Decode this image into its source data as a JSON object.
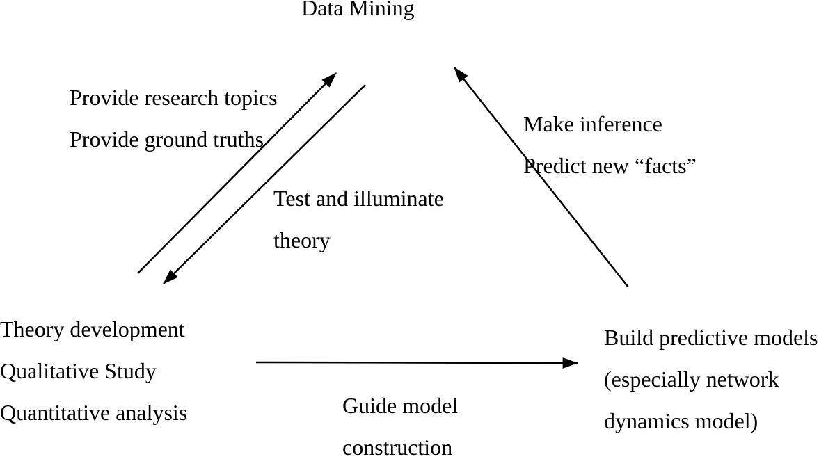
{
  "colors": {
    "background": "#ffffff",
    "text": "#000000",
    "arrow": "#000000"
  },
  "nodes": {
    "data_mining": {
      "label": "Data Mining"
    },
    "theory": {
      "line1": "Theory development",
      "line2": "Qualitative Study",
      "line3": "Quantitative analysis"
    },
    "models": {
      "line1": "Build predictive models",
      "line2": "(especially network",
      "line3": "dynamics model)"
    }
  },
  "edge_labels": {
    "provide": {
      "line1": "Provide research topics",
      "line2": "Provide ground truths"
    },
    "test": {
      "line1": "Test and illuminate",
      "line2": "theory"
    },
    "inference": {
      "line1": "Make inference",
      "line2": "Predict new “facts”"
    },
    "guide": {
      "line1": "Guide model",
      "line2": "construction"
    }
  },
  "edges": [
    {
      "from": "theory",
      "to": "data_mining",
      "label": "provide"
    },
    {
      "from": "data_mining",
      "to": "theory",
      "label": "test"
    },
    {
      "from": "models",
      "to": "data_mining",
      "label": "inference"
    },
    {
      "from": "theory",
      "to": "models",
      "label": "guide"
    }
  ]
}
